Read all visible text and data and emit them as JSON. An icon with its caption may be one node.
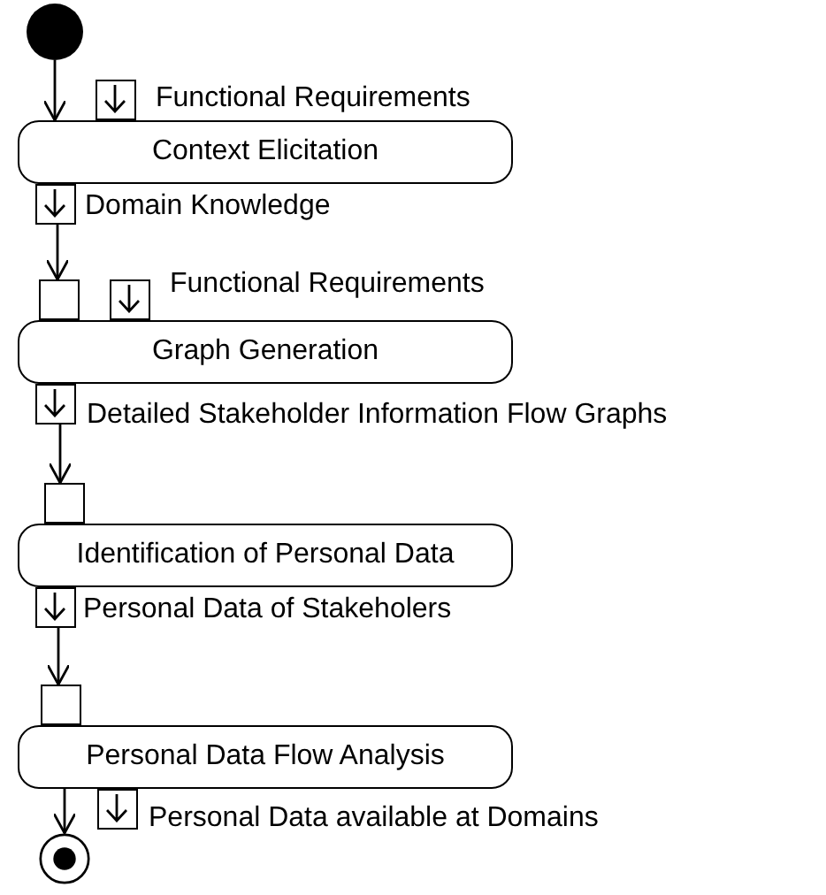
{
  "diagram": {
    "nodes": [
      {
        "text": [],
        "shape": "circle"
      },
      {
        "text": [],
        "shape": "box",
        "beside": [
          "Functional Requirements"
        ]
      },
      {
        "text": [
          "Context Elicitation"
        ]
      },
      {
        "text": [],
        "shape": "box",
        "beside": [
          "Domain Knowledge"
        ]
      },
      {
        "text": [],
        "shape": "box"
      },
      {
        "text": [],
        "shape": "box",
        "beside": [
          "Functional Requirements"
        ]
      },
      {
        "text": [
          "Graph Generation"
        ]
      },
      {
        "text": [],
        "shape": "box",
        "beside": [
          "Detailed Stakeholder Information Flow Graphs"
        ]
      },
      {
        "text": [],
        "shape": "box"
      },
      {
        "text": [
          "Identification of Personal Data"
        ]
      },
      {
        "text": [],
        "shape": "box",
        "beside": [
          "Personal Data of Stakeholers"
        ]
      },
      {
        "text": [],
        "shape": "box"
      },
      {
        "text": [
          "Personal Data Flow Analysis"
        ]
      },
      {
        "text": [],
        "shape": "box",
        "beside": [
          "Personal Data available at Domains"
        ]
      },
      {
        "text": [],
        "shape": "bullseye"
      }
    ],
    "edges": [
      {
        "from": 0,
        "to": 2,
        "arrow": "to"
      },
      {
        "from": 3,
        "to": 4,
        "arrow": "to"
      },
      {
        "from": 7,
        "to": 8,
        "arrow": "to"
      },
      {
        "from": 10,
        "to": 11,
        "arrow": "to"
      },
      {
        "from": 12,
        "to": 14,
        "arrow": "to"
      }
    ]
  }
}
